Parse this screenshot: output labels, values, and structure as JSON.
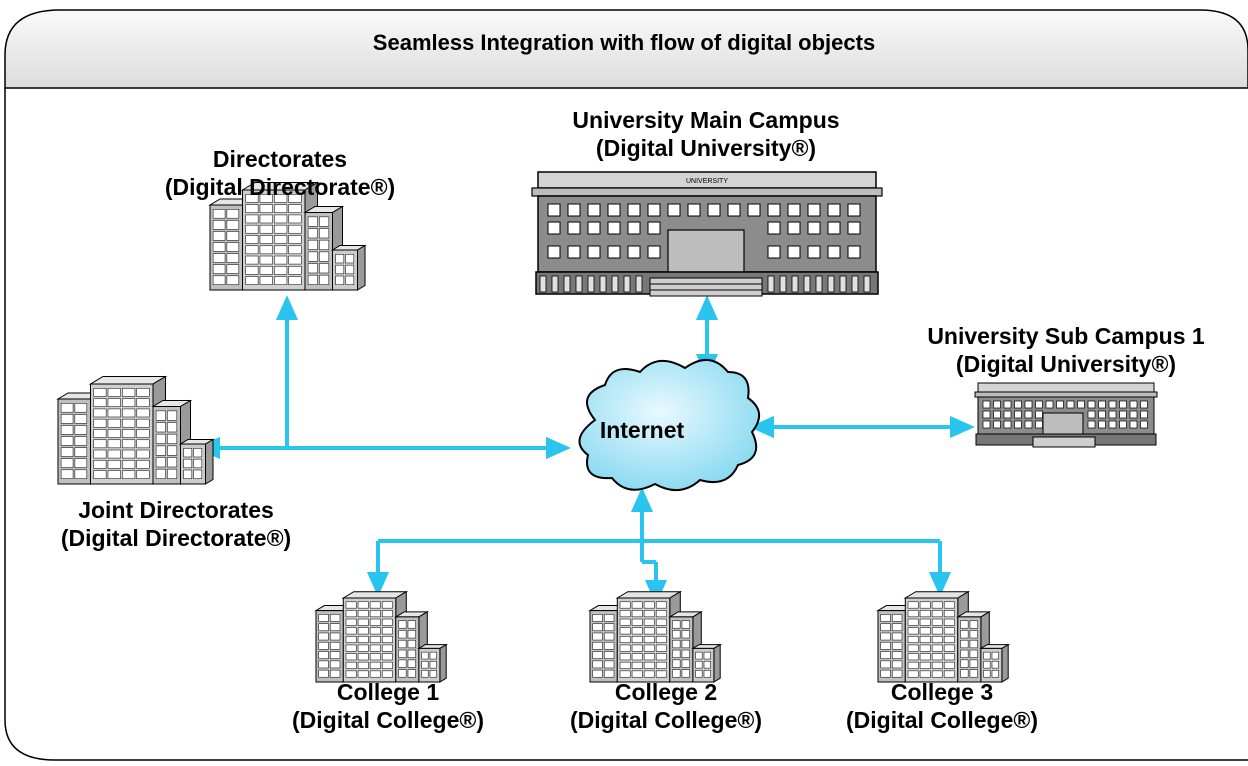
{
  "title": "Seamless Integration with flow of digital objects",
  "nodes": {
    "main_campus": {
      "name": "University Main Campus",
      "subtitle": "(Digital University®)",
      "sign": "UNIVERSITY"
    },
    "directorates": {
      "name": "Directorates",
      "subtitle": "(Digital Directorate®)"
    },
    "sub_campus": {
      "name": "University Sub Campus 1",
      "subtitle": "(Digital University®)"
    },
    "joint_directorates": {
      "name": "Joint Directorates",
      "subtitle": "(Digital Directorate®)"
    },
    "internet": {
      "name": "Internet"
    },
    "college1": {
      "name": "College 1",
      "subtitle": "(Digital College®)"
    },
    "college2": {
      "name": "College 2",
      "subtitle": "(Digital College®)"
    },
    "college3": {
      "name": "College 3",
      "subtitle": "(Digital College®)"
    }
  },
  "colors": {
    "connector": "#29c5ef",
    "cloud": "#9fe3f5",
    "building": "#c8c8c8",
    "frame_header": "#e9e9e9"
  }
}
